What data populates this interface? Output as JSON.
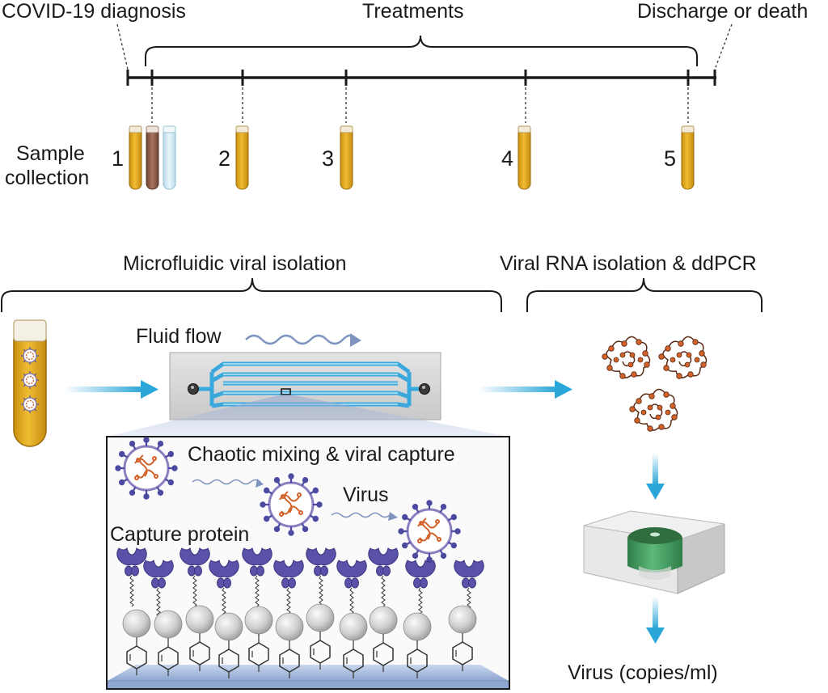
{
  "timeline": {
    "start_label": "COVID-19 diagnosis",
    "middle_label": "Treatments",
    "end_label": "Discharge or death"
  },
  "sampling": {
    "label_line1": "Sample",
    "label_line2": "collection",
    "timepoints": [
      "1",
      "2",
      "3",
      "4",
      "5"
    ]
  },
  "isolation": {
    "section_label": "Microfluidic viral isolation",
    "flow_label": "Fluid flow",
    "inset_title": "Chaotic mixing & viral capture",
    "virus_label": "Virus",
    "capture_label": "Capture protein"
  },
  "quantification": {
    "section_label": "Viral RNA isolation & ddPCR",
    "output_label": "Virus (copies/ml)"
  },
  "colors": {
    "arrow": "#2aa7d8",
    "chip_channel": "#3aa8dc",
    "serum_tube": "#e0a820",
    "blood_tube": "#8e5e4e",
    "clear_tube": "#cde8f2",
    "protein": "#5a52a8",
    "rna": "#d2622a",
    "reader_well": "#3a9a5a"
  },
  "icons": [
    "sample-tube-icon",
    "microfluidic-chip-icon",
    "virus-icon",
    "capture-protein-icon",
    "rna-icon",
    "ddpcr-reader-icon"
  ]
}
